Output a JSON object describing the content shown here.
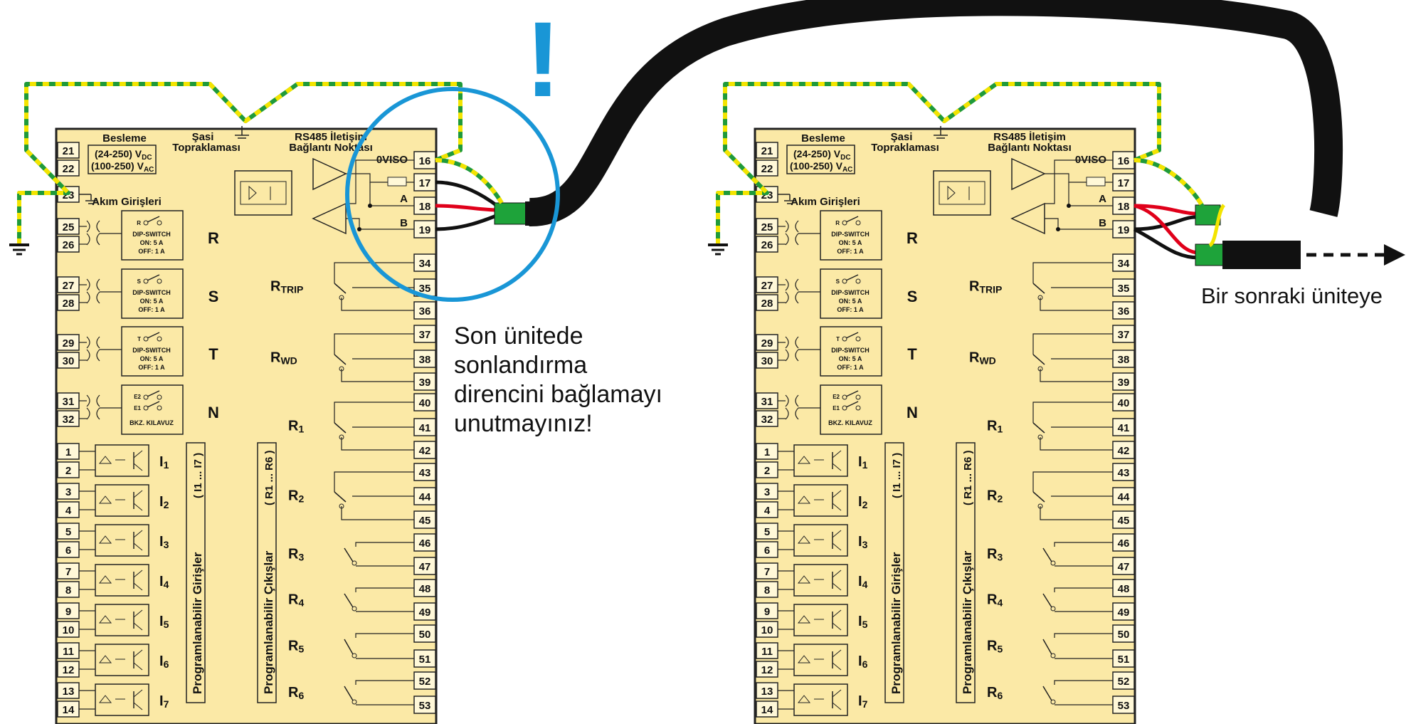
{
  "unit_labels": {
    "supply_title": "Besleme",
    "supply_dc": "(24-250) V",
    "supply_dc_sub": "DC",
    "supply_ac": "(100-250) V",
    "supply_ac_sub": "AC",
    "chassis_ground": "Şasi\nTopraklaması",
    "rs485": "RS485 İletişim\nBağlantı Noktası",
    "current_inputs": "Akım Girişleri",
    "dip_switch": "DIP-SWITCH",
    "dip_on": "ON: 5 A",
    "dip_off": "OFF: 1 A",
    "bkz": "BKZ. KILAVUZ",
    "oviso": "0VISO",
    "a_label": "A",
    "b_label": "B",
    "prog_inputs": "Programlanabilir Girişler",
    "prog_inputs_range": "( I1 ... I7 )",
    "prog_outputs": "Programlanabilir Çıkışlar",
    "prog_outputs_range": "( R1 ... R6 )"
  },
  "phases": [
    {
      "letter": "R",
      "sw": "R",
      "terms": [
        "25",
        "26"
      ]
    },
    {
      "letter": "S",
      "sw": "S",
      "terms": [
        "27",
        "28"
      ]
    },
    {
      "letter": "T",
      "sw": "T",
      "terms": [
        "29",
        "30"
      ]
    },
    {
      "letter": "N",
      "sw": "E2/E1",
      "terms": [
        "31",
        "32"
      ]
    }
  ],
  "supply_terms": [
    "21",
    "22",
    "23"
  ],
  "rs485_terms": [
    "16",
    "17",
    "18",
    "19"
  ],
  "inputs": [
    {
      "name": "I",
      "sub": "1",
      "terms": [
        "1",
        "2"
      ]
    },
    {
      "name": "I",
      "sub": "2",
      "terms": [
        "3",
        "4"
      ]
    },
    {
      "name": "I",
      "sub": "3",
      "terms": [
        "5",
        "6"
      ]
    },
    {
      "name": "I",
      "sub": "4",
      "terms": [
        "7",
        "8"
      ]
    },
    {
      "name": "I",
      "sub": "5",
      "terms": [
        "9",
        "10"
      ]
    },
    {
      "name": "I",
      "sub": "6",
      "terms": [
        "11",
        "12"
      ]
    },
    {
      "name": "I",
      "sub": "7",
      "terms": [
        "13",
        "14"
      ]
    }
  ],
  "relays": [
    {
      "name": "R",
      "sub": "TRIP",
      "terms": [
        "34",
        "35",
        "36"
      ]
    },
    {
      "name": "R",
      "sub": "WD",
      "terms": [
        "37",
        "38",
        "39"
      ]
    },
    {
      "name": "R",
      "sub": "1",
      "terms": [
        "40",
        "41",
        "42"
      ]
    },
    {
      "name": "R",
      "sub": "2",
      "terms": [
        "43",
        "44",
        "45"
      ]
    },
    {
      "name": "R",
      "sub": "3",
      "terms": [
        "46",
        "47"
      ]
    },
    {
      "name": "R",
      "sub": "4",
      "terms": [
        "48",
        "49"
      ]
    },
    {
      "name": "R",
      "sub": "5",
      "terms": [
        "50",
        "51"
      ]
    },
    {
      "name": "R",
      "sub": "6",
      "terms": [
        "52",
        "53"
      ]
    }
  ],
  "note_lines": [
    "Son ünitede",
    "sonlandırma",
    "direncini bağlamayı",
    "unutmayınız!"
  ],
  "next_unit_label": "Bir sonraki üniteye",
  "exclamation": "!",
  "colors": {
    "panel": "#fbe9a6",
    "ground_green": "#1f9a3a",
    "ground_yellow": "#f3e400",
    "wire_red": "#e0001a",
    "cable": "#111111",
    "highlight": "#1996d6",
    "connector": "#1ea33a"
  }
}
